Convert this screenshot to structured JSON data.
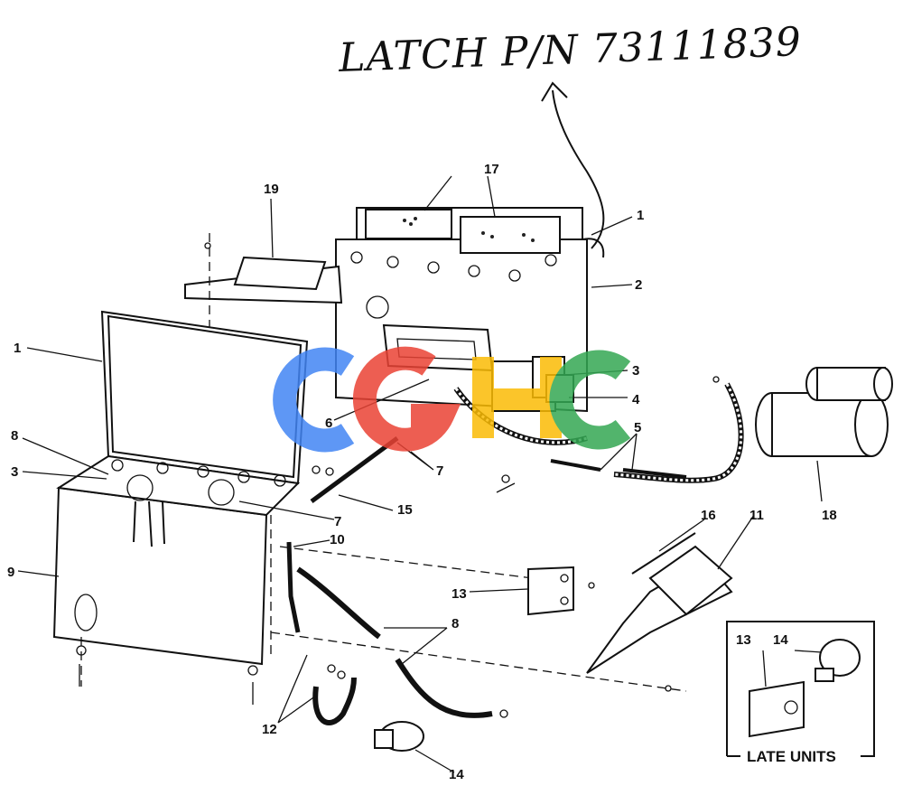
{
  "annotation": "LATCH P/N 73111839",
  "inset_title": "LATE UNITS",
  "callouts": {
    "c1a": "1",
    "c1b": "1",
    "c2": "2",
    "c3a": "3",
    "c3b": "3",
    "c4": "4",
    "c5": "5",
    "c6": "6",
    "c7a": "7",
    "c7b": "7",
    "c8a": "8",
    "c8b": "8",
    "c9": "9",
    "c10": "10",
    "c11": "11",
    "c12": "12",
    "c13a": "13",
    "c13b": "13",
    "c14a": "14",
    "c14b": "14",
    "c15": "15",
    "c16": "16",
    "c17": "17",
    "c18": "18",
    "c19": "19"
  },
  "watermark": {
    "text": "CGHC",
    "colors": [
      "#4285f4",
      "#ea4335",
      "#fbbc05",
      "#34a853"
    ]
  }
}
